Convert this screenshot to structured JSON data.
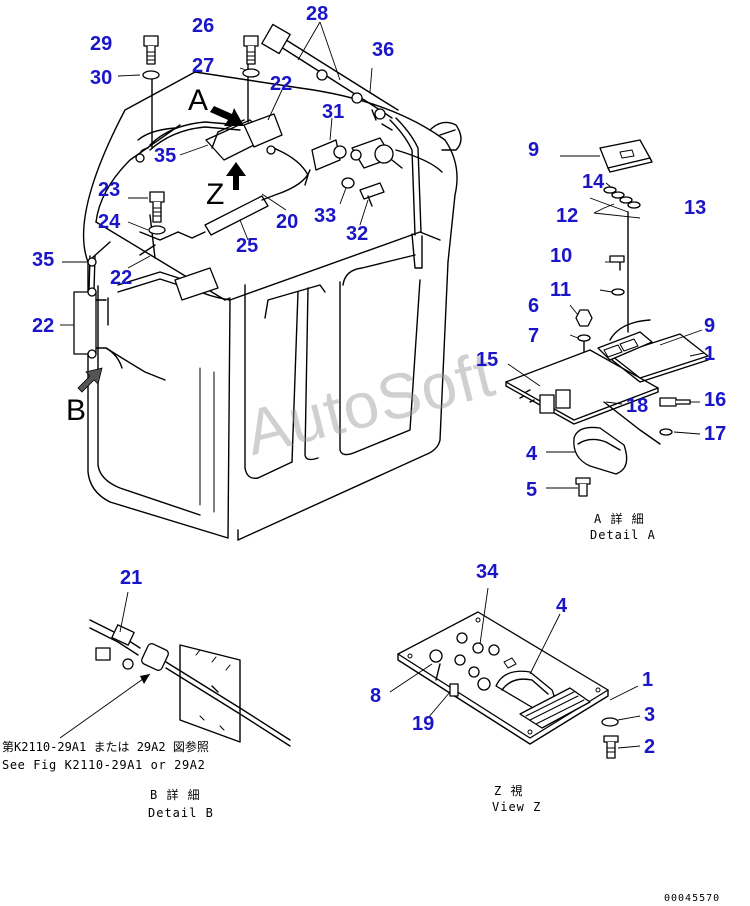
{
  "watermark": "AutoSoft",
  "document_number": "00045570",
  "view_letters": {
    "a": "A",
    "b": "B",
    "z": "Z"
  },
  "captions": {
    "detail_a_jp": "A 詳 細",
    "detail_a_en": "Detail A",
    "detail_b_jp": "B 詳 細",
    "detail_b_en": "Detail B",
    "view_z_jp": "Z 視",
    "view_z_en": "View Z",
    "reference_jp": "第K2110-29A1 または 29A2 図参照",
    "reference_en": "See Fig K2110-29A1 or 29A2"
  },
  "callouts": {
    "main": [
      "29",
      "30",
      "26",
      "27",
      "28",
      "36",
      "22",
      "31",
      "35",
      "23",
      "24",
      "20",
      "33",
      "32",
      "25",
      "35",
      "22",
      "22"
    ],
    "detail_a": [
      "9",
      "14",
      "12",
      "13",
      "10",
      "11",
      "6",
      "7",
      "9",
      "1",
      "15",
      "18",
      "16",
      "17",
      "4",
      "5"
    ],
    "detail_b": [
      "21"
    ],
    "view_z": [
      "34",
      "4",
      "1",
      "8",
      "3",
      "19",
      "2"
    ]
  },
  "colors": {
    "callout": "#1a16c8",
    "line": "#000000",
    "watermark": "#969696"
  }
}
